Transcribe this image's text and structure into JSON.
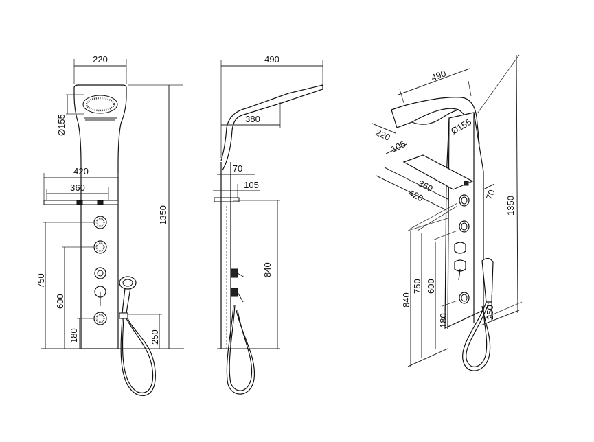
{
  "front_view": {
    "dim_head_width": "220",
    "dim_rain_diameter": "Ø155",
    "dim_shelf_outer": "420",
    "dim_shelf_inner": "360",
    "dim_total_height": "1350",
    "dim_jet_top": "750",
    "dim_jet_mid": "600",
    "dim_jet_low": "180",
    "dim_hose_outlet": "250"
  },
  "side_view": {
    "dim_arm_length": "490",
    "dim_arm_inner": "380",
    "dim_offset": "70",
    "dim_shelf_depth": "105",
    "dim_controls_height": "840"
  },
  "iso_view": {
    "dim_arm_length": "490",
    "dim_head_width": "220",
    "dim_rain_diameter": "Ø155",
    "dim_shelf_depth": "105",
    "dim_shelf_inner": "360",
    "dim_shelf_outer": "420",
    "dim_offset": "70",
    "dim_total_height": "1350",
    "dim_controls_height": "840",
    "dim_jet_top": "750",
    "dim_jet_mid": "600",
    "dim_jet_low": "180",
    "dim_hose_outlet": "250"
  }
}
